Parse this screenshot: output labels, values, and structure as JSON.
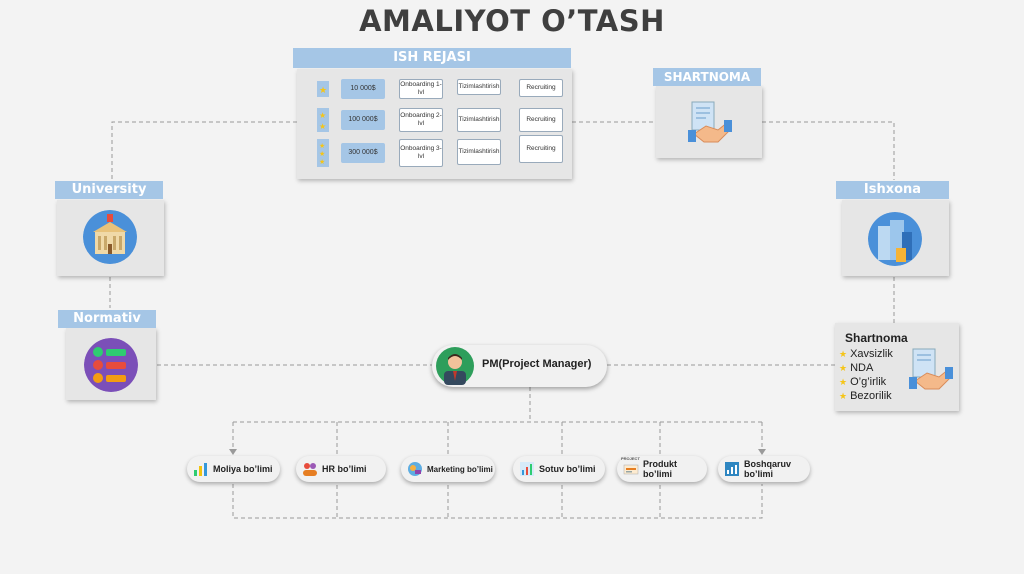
{
  "title": "AMALIYOT O’TASH",
  "plan": {
    "header": "ISH REJASI",
    "rows": [
      {
        "amount": "10 000$",
        "onboarding": "Onboarding 1-lvl",
        "systematize": "Tizimlashtirish",
        "recruiting": "Recruiting"
      },
      {
        "amount": "100 000$",
        "onboarding": "Onboarding 2-lvl",
        "systematize": "Tizimlashtirish",
        "recruiting": "Recruiting"
      },
      {
        "amount": "300 000$",
        "onboarding": "Onboarding 3-lvl",
        "systematize": "Tizimlashtirish",
        "recruiting": "Recruiting"
      }
    ]
  },
  "cards": {
    "contract": "SHARTNOMA",
    "university": "University",
    "office": "Ishxona",
    "normativ": "Normativ"
  },
  "contract_box": {
    "title": "Shartnoma",
    "items": [
      "Xavsizlik",
      "NDA",
      "O’g’irlik",
      "Bezorilik"
    ]
  },
  "pm": {
    "label": "PM(Project Manager)"
  },
  "departments": [
    {
      "label": "Moliya bo’limi",
      "icon": "finance-chart-icon"
    },
    {
      "label": "HR bo’limi",
      "icon": "hr-people-icon"
    },
    {
      "label": "Marketing bo’limi",
      "icon": "marketing-icon"
    },
    {
      "label": "Sotuv bo’limi",
      "icon": "sales-chart-icon"
    },
    {
      "label": "Produkt bo’limi",
      "icon": "product-icon",
      "tag": "PROJECT"
    },
    {
      "label": "Boshqaruv bo’limi",
      "icon": "management-icon"
    }
  ],
  "colors": {
    "accent": "#a5c6e6",
    "star": "#f5c518",
    "title": "#3f3f3f"
  }
}
